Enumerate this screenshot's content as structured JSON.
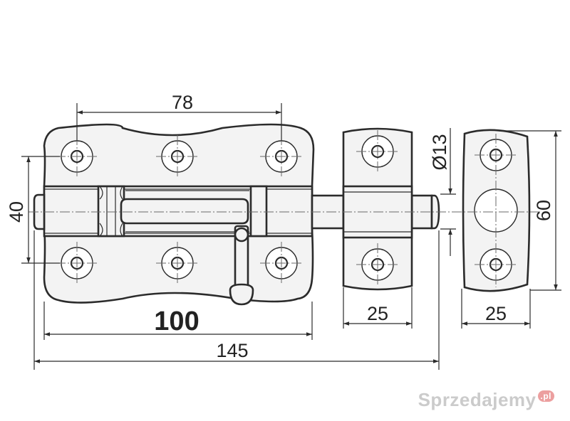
{
  "dimensions": {
    "bolt_hole_spacing": "78",
    "mounting_height": "40",
    "plate_width": "100",
    "total_length": "145",
    "bolt_diameter": "Ø13",
    "keeper_width": "25",
    "strike_width": "25",
    "strike_height": "60"
  },
  "watermark": {
    "text": "Sprzedajemy",
    "suffix": ".pl"
  },
  "colors": {
    "line": "#2b2b2b",
    "fill": "#f3f3f3",
    "watermark": "#a0a0a0"
  }
}
